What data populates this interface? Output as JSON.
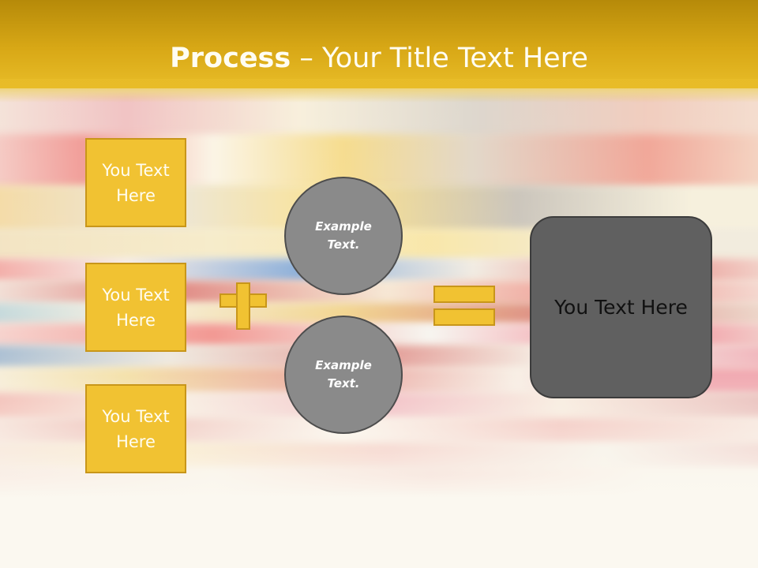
{
  "header": {
    "title_bold": "Process",
    "title_rest": " – Your Title Text Here"
  },
  "inputs": [
    {
      "text": "You Text Here"
    },
    {
      "text": "You Text Here"
    },
    {
      "text": "You Text Here"
    }
  ],
  "examples": [
    {
      "text": "Example Text."
    },
    {
      "text": "Example Text."
    }
  ],
  "result": {
    "text": "You Text Here"
  },
  "colors": {
    "accent": "#f1c232",
    "accent_border": "#c8961a",
    "header": "#d8a816",
    "circle": "#8a8a8a",
    "result": "#606060"
  },
  "icons": [
    "plus-icon",
    "equals-icon"
  ]
}
